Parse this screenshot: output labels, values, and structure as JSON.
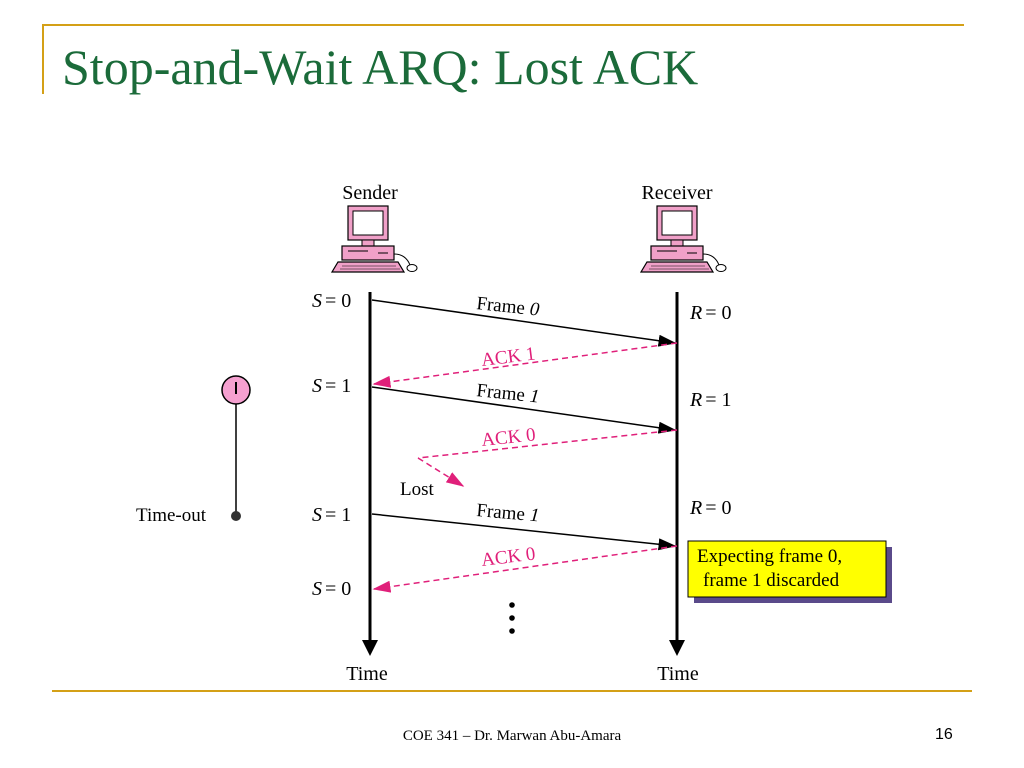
{
  "title": "Stop-and-Wait ARQ: Lost ACK",
  "diagram": {
    "sender_label": "Sender",
    "receiver_label": "Receiver",
    "time_label_sender": "Time",
    "time_label_receiver": "Time",
    "sender_states": [
      {
        "var": "S",
        "value": "= 0"
      },
      {
        "var": "S",
        "value": "= 1"
      },
      {
        "var": "S",
        "value": "= 1"
      },
      {
        "var": "S",
        "value": "= 0"
      }
    ],
    "receiver_states": [
      {
        "var": "R",
        "value": "= 0"
      },
      {
        "var": "R",
        "value": "= 1"
      },
      {
        "var": "R",
        "value": "= 0"
      }
    ],
    "frames": [
      {
        "word": "Frame",
        "num": "0"
      },
      {
        "word": "Frame",
        "num": "1"
      },
      {
        "word": "Frame",
        "num": "1"
      }
    ],
    "acks": [
      "ACK 1",
      "ACK 0",
      "ACK 0"
    ],
    "lost_label": "Lost",
    "timeout_label": "Time-out",
    "note_line1": "Expecting frame 0,",
    "note_line2": "frame 1 discarded",
    "ellipsis": "⋮",
    "colors": {
      "ack": "#e0207a",
      "note_bg": "#ffff00",
      "timer": "#f5a0d0",
      "title": "#1b6b3a",
      "rule": "#d4a017"
    }
  },
  "footer": {
    "text": "COE 341 – Dr. Marwan Abu-Amara",
    "page": "16"
  }
}
